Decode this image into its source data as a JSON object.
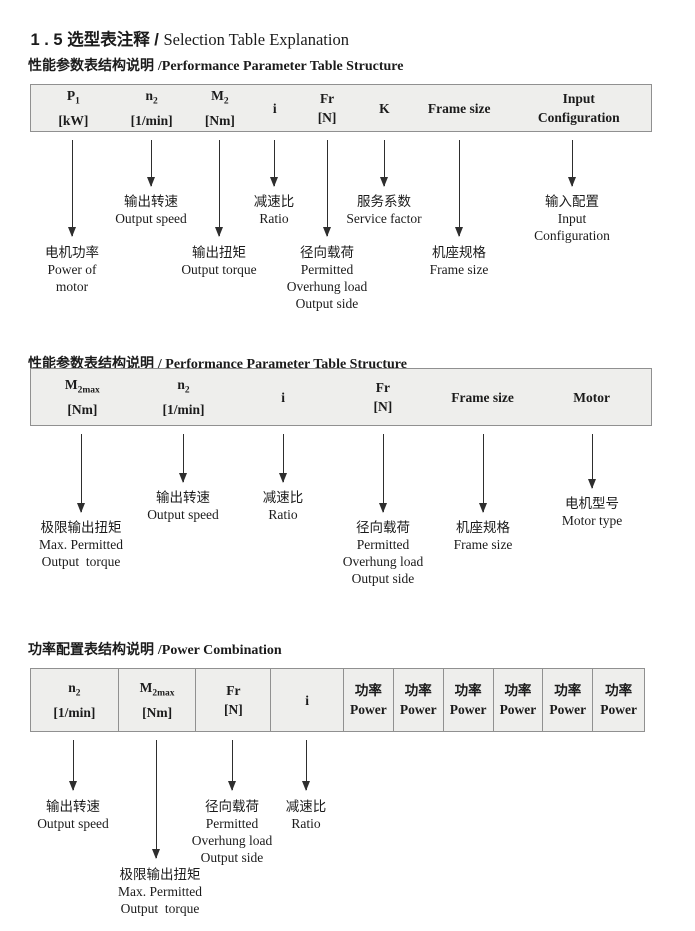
{
  "colors": {
    "table_bg": "#eeeeec",
    "table_border": "#909090",
    "text": "#1b1b1b",
    "arrow": "#2e2e2e"
  },
  "page": {
    "title_zh": "1 . 5 选型表注释 / ",
    "title_en": "Selection Table Explanation"
  },
  "section1": {
    "heading_zh": "性能参数表结构说明 ",
    "heading_en": "/Performance Parameter Table Structure",
    "table": {
      "columns": [
        {
          "l1": "P",
          "sub": "1",
          "l2": "[kW]"
        },
        {
          "l1": "n",
          "sub": "2",
          "l2": "[1/min]"
        },
        {
          "l1": "M",
          "sub": "2",
          "l2": "[Nm]"
        },
        {
          "l1": "i"
        },
        {
          "l1": "Fr",
          "l2": "[N]"
        },
        {
          "l1": "K"
        },
        {
          "l1": "Frame size"
        },
        {
          "l1": "Input",
          "l2": "Configuration"
        }
      ]
    },
    "annotations": [
      {
        "id": "p1",
        "lines": [
          "电机功率",
          "Power of",
          "motor"
        ]
      },
      {
        "id": "n2",
        "lines": [
          "输出转速",
          "Output speed"
        ]
      },
      {
        "id": "m2",
        "lines": [
          "输出扭矩",
          "Output torque"
        ]
      },
      {
        "id": "i",
        "lines": [
          "减速比",
          "Ratio"
        ]
      },
      {
        "id": "fr",
        "lines": [
          "径向载荷",
          "Permitted",
          "Overhung load",
          "Output side"
        ]
      },
      {
        "id": "k",
        "lines": [
          "服务系数",
          "Service factor"
        ]
      },
      {
        "id": "frame-size",
        "lines": [
          "机座规格",
          "Frame size"
        ]
      },
      {
        "id": "input-configuration",
        "lines": [
          "输入配置",
          "Input",
          "Configuration"
        ]
      }
    ]
  },
  "section2": {
    "heading_zh": "性能参数表结构说明 ",
    "heading_en": "/ Performance Parameter Table Structure",
    "table": {
      "columns": [
        {
          "l1": "M",
          "sub": "2max",
          "l2": "[Nm]"
        },
        {
          "l1": "n",
          "sub": "2",
          "l2": "[1/min]"
        },
        {
          "l1": "i"
        },
        {
          "l1": "Fr",
          "l2": "[N]"
        },
        {
          "l1": "Frame size"
        },
        {
          "l1": "Motor"
        }
      ]
    },
    "annotations": [
      {
        "id": "m2max",
        "lines": [
          "极限输出扭矩",
          "Max. Permitted",
          "Output  torque"
        ]
      },
      {
        "id": "n2",
        "lines": [
          "输出转速",
          "Output speed"
        ]
      },
      {
        "id": "i",
        "lines": [
          "减速比",
          "Ratio"
        ]
      },
      {
        "id": "fr",
        "lines": [
          "径向载荷",
          "Permitted",
          "Overhung load",
          "Output side"
        ]
      },
      {
        "id": "frame-size",
        "lines": [
          "机座规格",
          "Frame size"
        ]
      },
      {
        "id": "motor",
        "lines": [
          "电机型号",
          "Motor type"
        ]
      }
    ]
  },
  "section3": {
    "heading_zh": "功率配置表结构说明 ",
    "heading_en": "/Power Combination",
    "table": {
      "columns": [
        {
          "l1": "n",
          "sub": "2",
          "l2": "[1/min]"
        },
        {
          "l1": "M",
          "sub": "2max",
          "l2": "[Nm]"
        },
        {
          "l1": "Fr",
          "l2": "[N]"
        },
        {
          "l1": "i"
        },
        {
          "l1": "功率",
          "l2": "Power"
        },
        {
          "l1": "功率",
          "l2": "Power"
        },
        {
          "l1": "功率",
          "l2": "Power"
        },
        {
          "l1": "功率",
          "l2": "Power"
        },
        {
          "l1": "功率",
          "l2": "Power"
        },
        {
          "l1": "功率",
          "l2": "Power"
        }
      ]
    },
    "annotations": [
      {
        "id": "n2",
        "lines": [
          "输出转速",
          "Output speed"
        ]
      },
      {
        "id": "m2max",
        "lines": [
          "极限输出扭矩",
          "Max. Permitted",
          "Output  torque"
        ]
      },
      {
        "id": "fr",
        "lines": [
          "径向载荷",
          "Permitted",
          "Overhung load",
          "Output side"
        ]
      },
      {
        "id": "i",
        "lines": [
          "减速比",
          "Ratio"
        ]
      }
    ]
  }
}
